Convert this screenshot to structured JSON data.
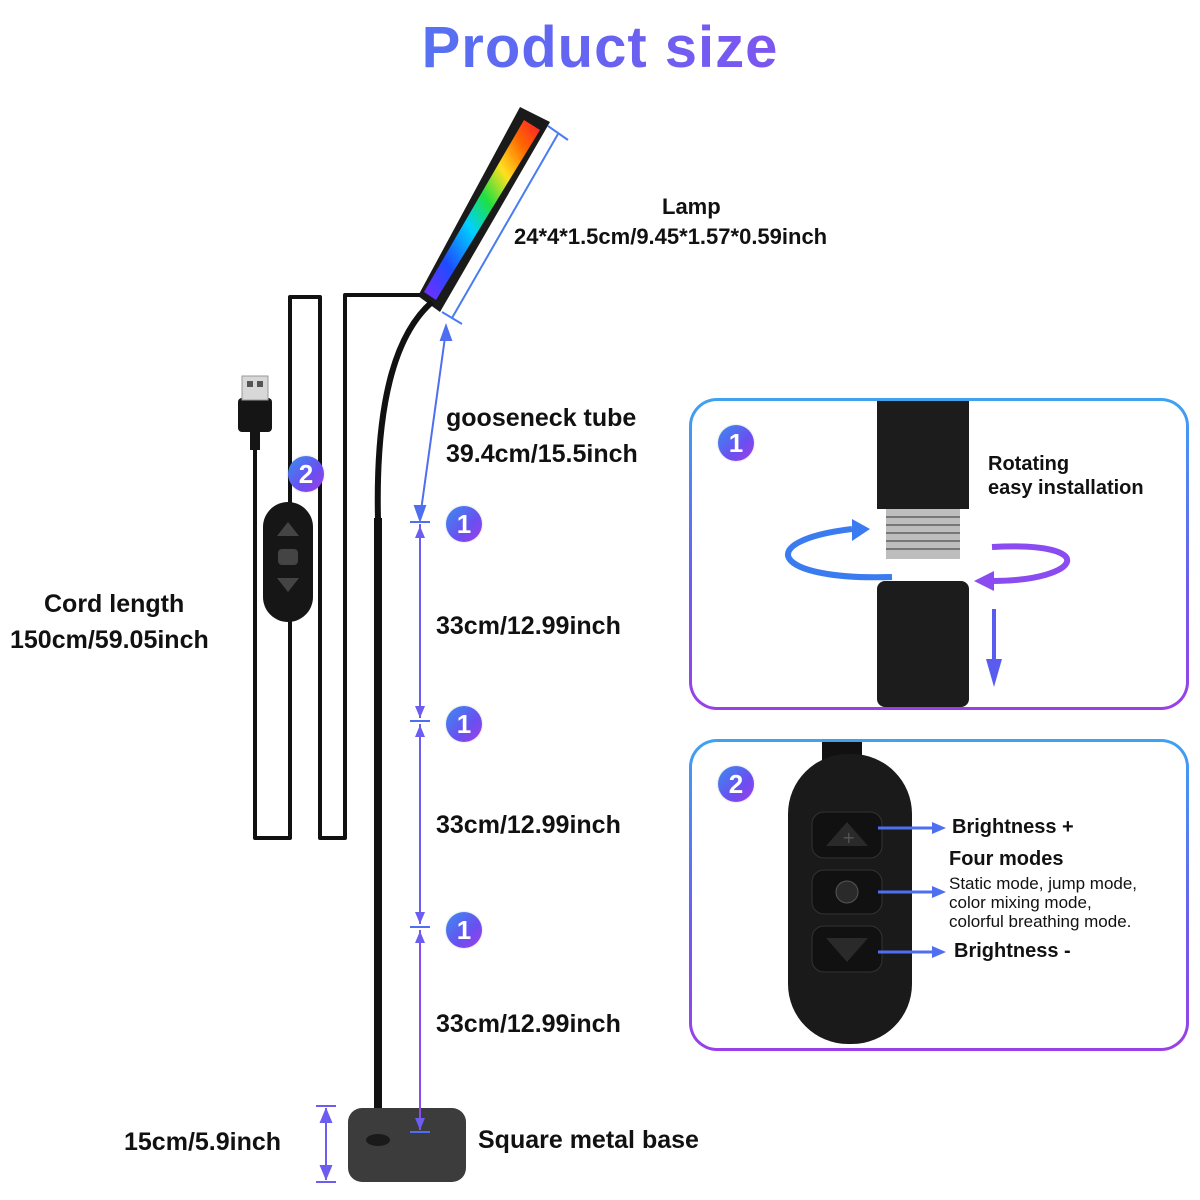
{
  "title": "Product size",
  "lamp": {
    "label": "Lamp",
    "size": "24*4*1.5cm/9.45*1.57*0.59inch"
  },
  "gooseneck": {
    "label": "gooseneck tube",
    "size": "39.4cm/15.5inch"
  },
  "segments": [
    {
      "badge": "1",
      "size": "33cm/12.99inch"
    },
    {
      "badge": "1",
      "size": "33cm/12.99inch"
    },
    {
      "badge": "1",
      "size": "33cm/12.99inch"
    }
  ],
  "cord": {
    "badge": "2",
    "label": "Cord length",
    "size": "150cm/59.05inch"
  },
  "base": {
    "size": "15cm/5.9inch",
    "label": "Square metal base"
  },
  "panel_installation": {
    "badge": "1",
    "line1": "Rotating",
    "line2": "easy installation"
  },
  "panel_controller": {
    "badge": "2",
    "brightness_up": "Brightness +",
    "modes_title": "Four modes",
    "modes_lines": [
      "Static mode, jump mode,",
      "color mixing mode,",
      "colorful breathing mode."
    ],
    "brightness_down": "Brightness -"
  },
  "colors": {
    "accent_blue": "#3fa2f2",
    "accent_purple": "#9b3fe8",
    "dimension_line": "#5a5cf0"
  }
}
